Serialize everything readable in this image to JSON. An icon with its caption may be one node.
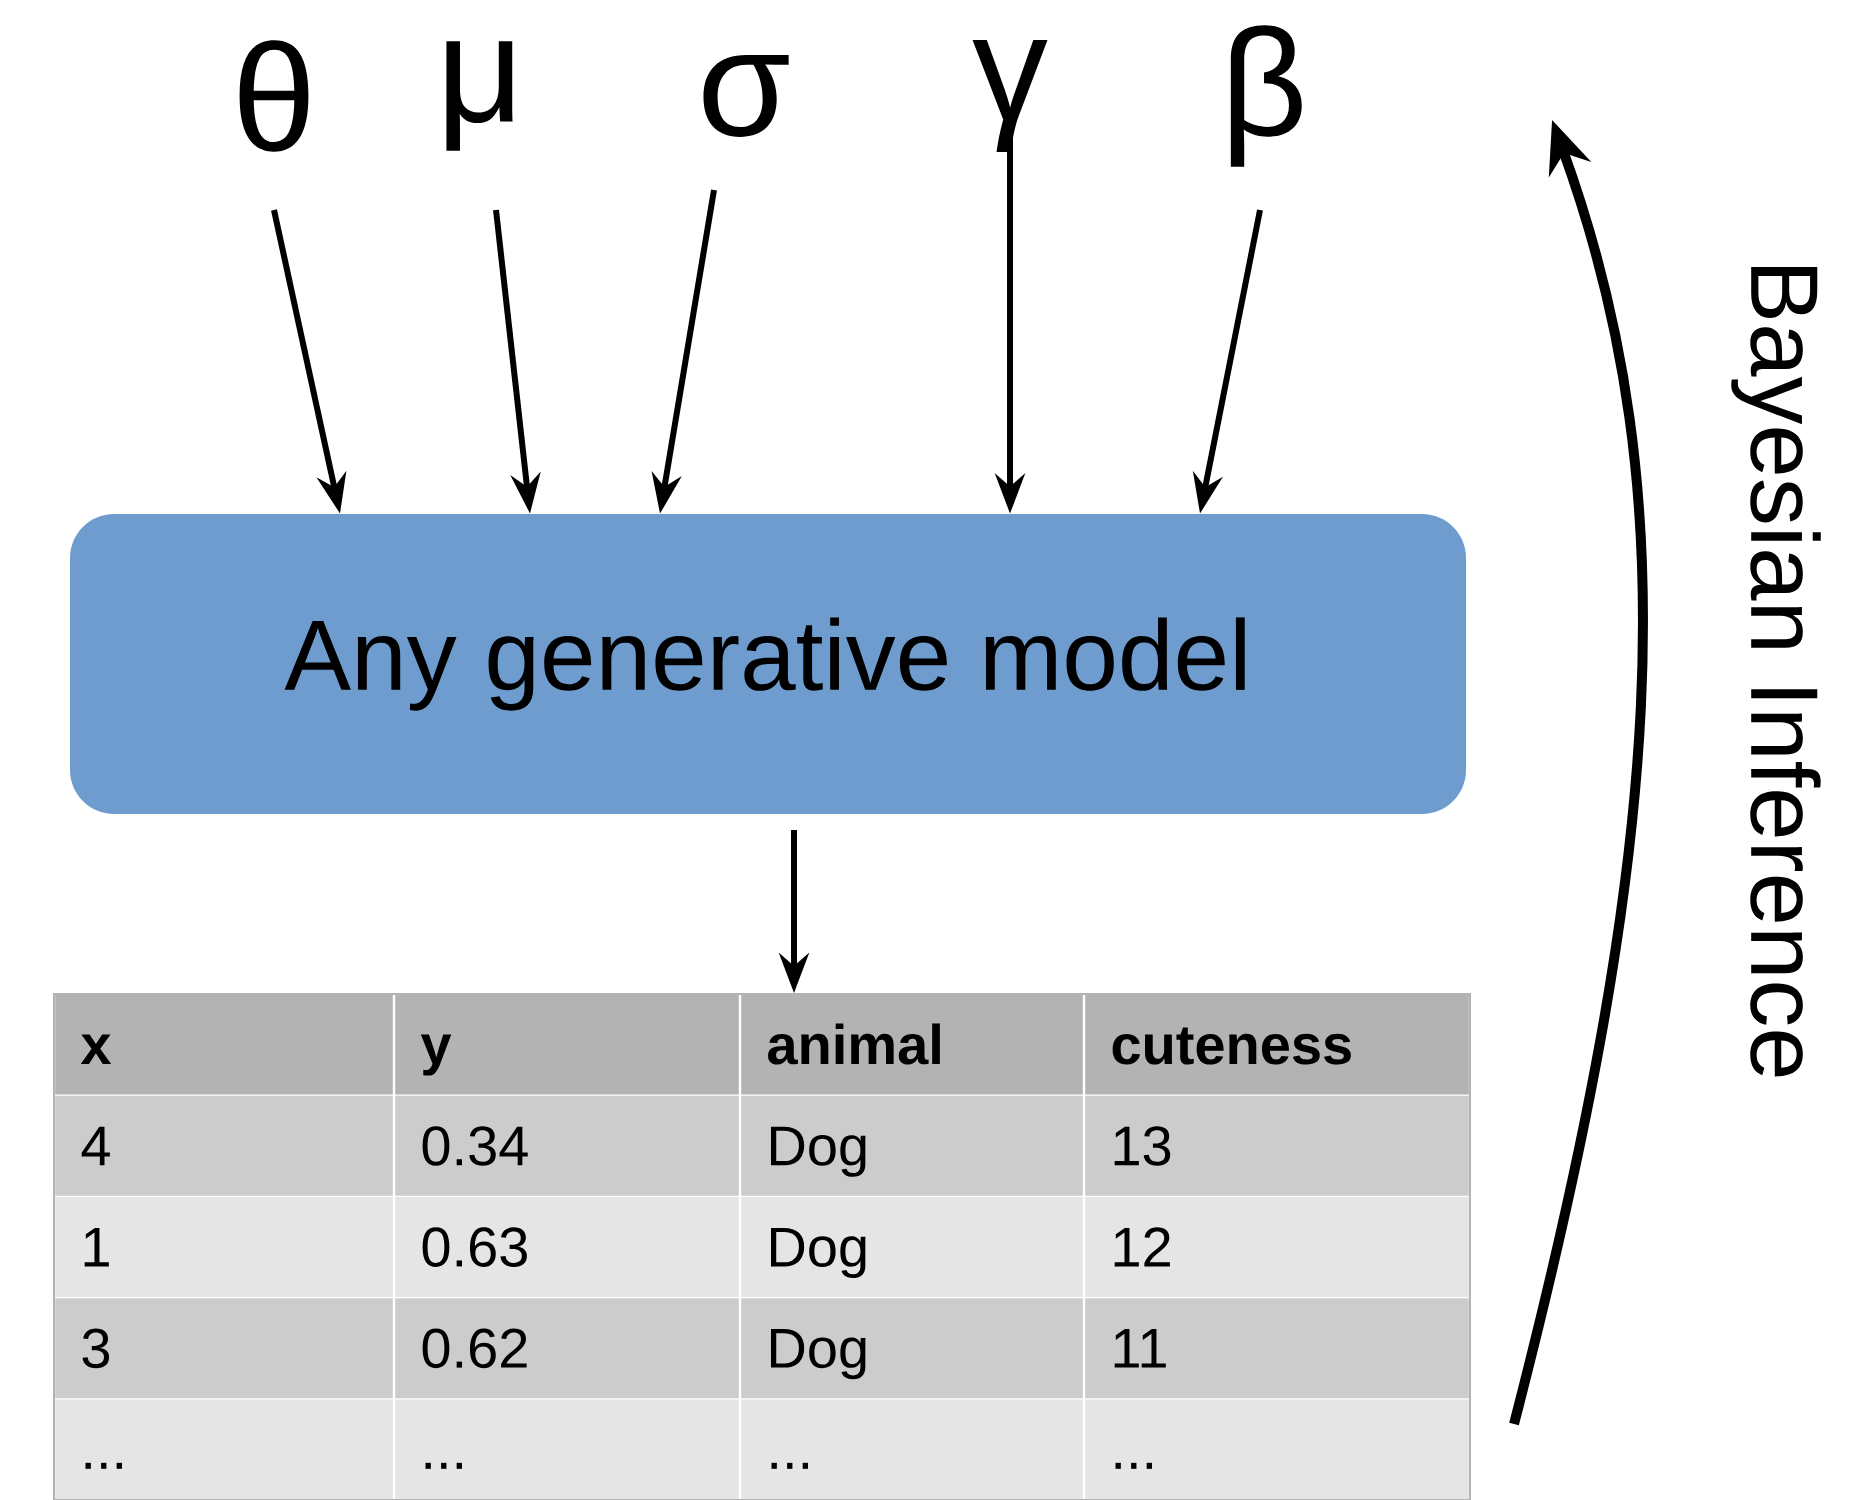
{
  "diagram": {
    "nodes": [
      {
        "text": [
          "θ"
        ]
      },
      {
        "text": [
          "μ"
        ]
      },
      {
        "text": [
          "σ"
        ]
      },
      {
        "text": [
          "γ"
        ]
      },
      {
        "text": [
          "β"
        ]
      },
      {
        "text": [
          "Any generative model"
        ]
      },
      {
        "text": [],
        "shape": "box"
      }
    ],
    "edges": [
      {
        "from": 0,
        "to": 5,
        "arrow": "to"
      },
      {
        "from": 1,
        "to": 5,
        "arrow": "to"
      },
      {
        "from": 2,
        "to": 5,
        "arrow": "to"
      },
      {
        "from": 3,
        "to": 5,
        "arrow": "to"
      },
      {
        "from": 4,
        "to": 5,
        "arrow": "to"
      },
      {
        "from": 5,
        "to": 6,
        "arrow": "to"
      }
    ],
    "labels": [
      "x",
      "y",
      "animal",
      "cuteness",
      "4",
      "0.34",
      "Dog",
      "13",
      "1",
      "0.63",
      "Dog",
      "12",
      "3",
      "0.62",
      "Dog",
      "11",
      "...",
      "...",
      "...",
      "...",
      "Bayesian Inference"
    ]
  }
}
